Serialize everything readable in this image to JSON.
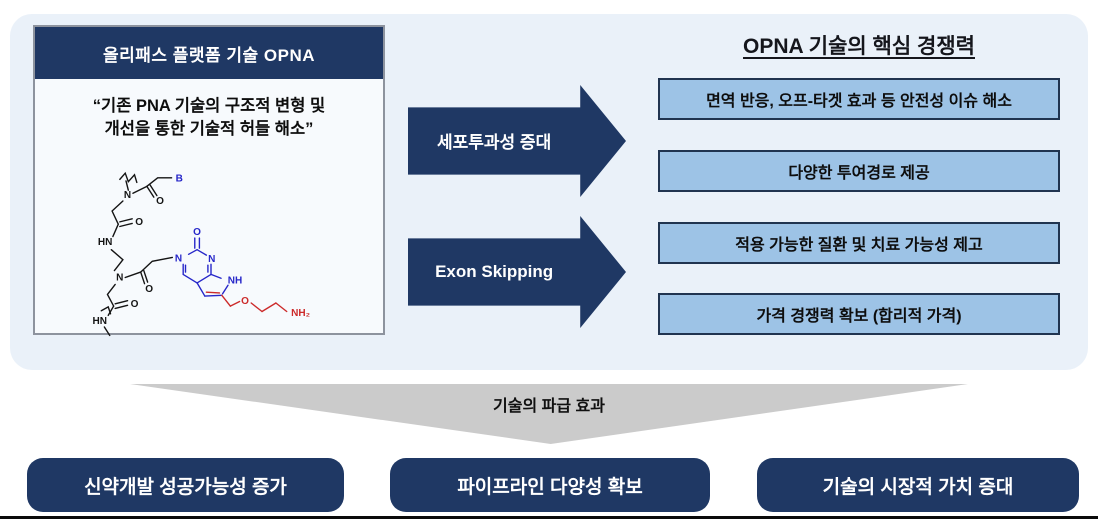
{
  "left_card": {
    "header": "올리패스 플랫폼 기술 OPNA",
    "quote_line1": "“기존 PNA 기술의 구조적 변형 및",
    "quote_line2": "개선을 통한 기술적 허들 해소”"
  },
  "arrows": [
    {
      "label": "세포투과성 증대"
    },
    {
      "label": "Exon Skipping"
    }
  ],
  "right_panel": {
    "title": "OPNA 기술의 핵심 경쟁력",
    "boxes": [
      "면역 반응, 오프-타겟 효과 등 안전성 이슈 해소",
      "다양한 투여경로 제공",
      "적용 가능한 질환 및 치료 가능성 제고",
      "가격 경쟁력 확보 (합리적 가격)"
    ]
  },
  "funnel": {
    "label": "기술의 파급 효과"
  },
  "bottom_boxes": [
    "신약개발 성공가능성 증가",
    "파이프라인 다양성 확보",
    "기술의 시장적 가치 증대"
  ],
  "molecule": {
    "n": "N",
    "o": "O",
    "b": "B",
    "hn": "HN",
    "nh": "NH",
    "nh2": "NH₂"
  },
  "colors": {
    "navy": "#1F3864",
    "light_blue_box": "#9DC3E6",
    "box_border": "#203450",
    "container_bg": "#EAF1F9",
    "card_bg": "#F7FAFD",
    "funnel_gray": "#CBCBCB",
    "molecule_black": "#141414",
    "molecule_blue": "#2626C9",
    "molecule_red": "#CC2A2A"
  }
}
